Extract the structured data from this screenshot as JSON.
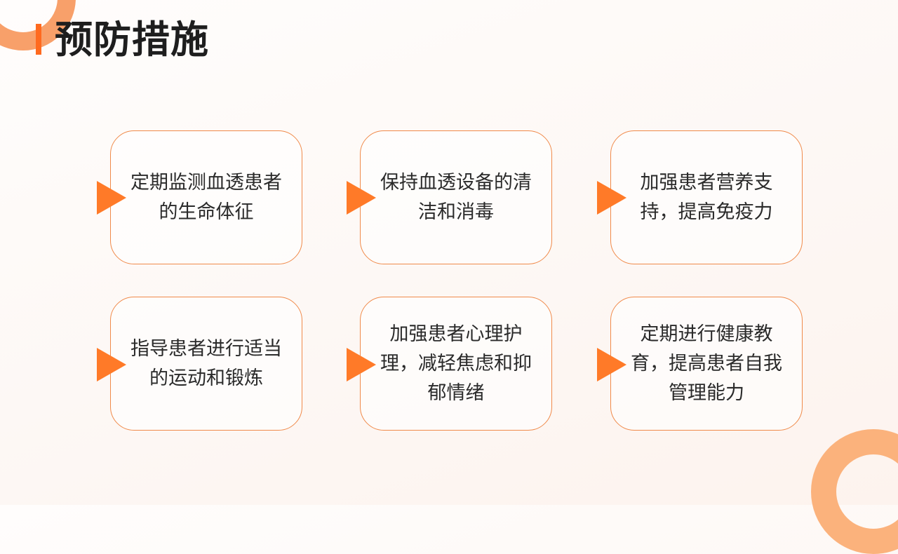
{
  "page": {
    "title": "预防措施"
  },
  "measures": [
    {
      "text": "定期监测血透患者的生命体征"
    },
    {
      "text": "保持血透设备的清洁和消毒"
    },
    {
      "text": "加强患者营养支持，提高免疫力"
    },
    {
      "text": "指导患者进行适当的运动和锻炼"
    },
    {
      "text": "加强患者心理护理，减轻焦虑和抑郁情绪"
    },
    {
      "text": "定期进行健康教育，提高患者自我管理能力"
    }
  ],
  "colors": {
    "accent": "#ff7a28",
    "border": "#f08a4a",
    "ring": "#f8a06a"
  }
}
